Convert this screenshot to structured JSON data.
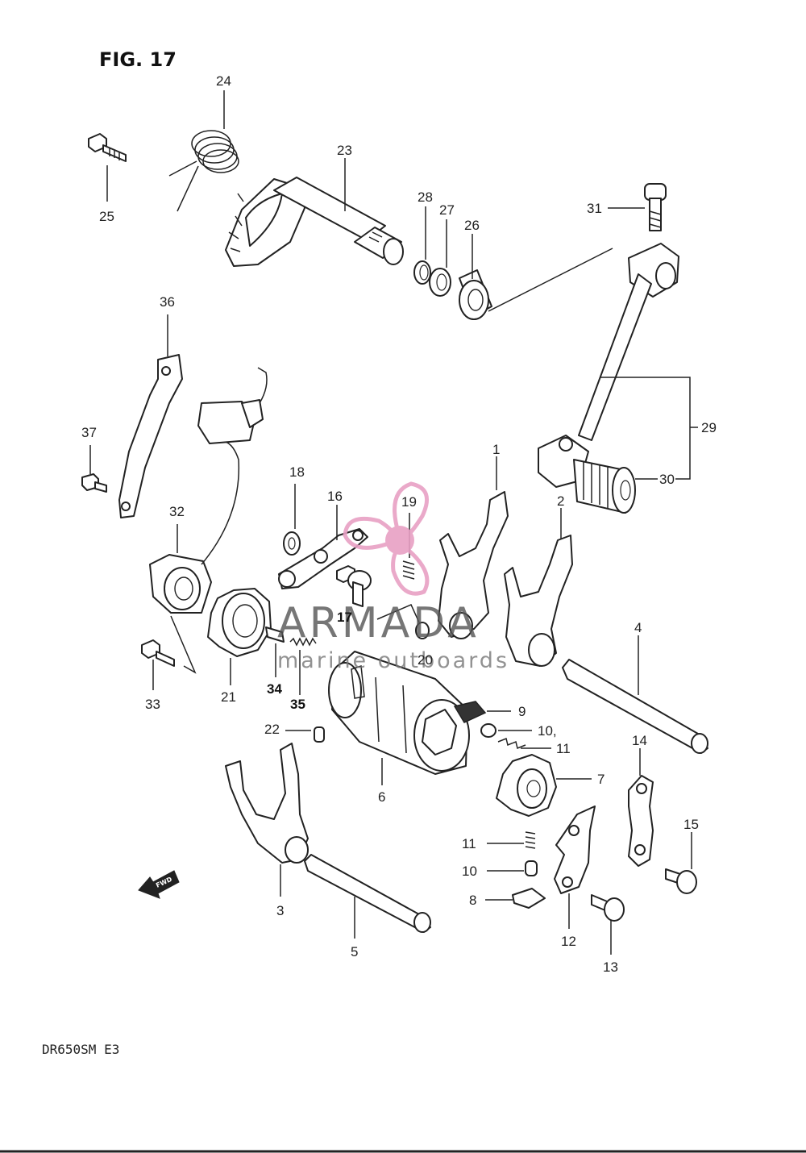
{
  "figure": {
    "title": "FIG. 17",
    "model": "DR650SM  E3"
  },
  "watermark": {
    "brand": "ARMADA",
    "tagline": "marine outboards",
    "logo_icon": "propeller-icon",
    "logo_color": "#e8a0c4"
  },
  "part_labels": [
    {
      "id": "p1",
      "text": "1"
    },
    {
      "id": "p2",
      "text": "2"
    },
    {
      "id": "p3",
      "text": "3"
    },
    {
      "id": "p4",
      "text": "4"
    },
    {
      "id": "p5",
      "text": "5"
    },
    {
      "id": "p6",
      "text": "6"
    },
    {
      "id": "p7",
      "text": "7"
    },
    {
      "id": "p8a",
      "text": "8"
    },
    {
      "id": "p9",
      "text": "9"
    },
    {
      "id": "p10a",
      "text": "10,"
    },
    {
      "id": "p11a",
      "text": "11"
    },
    {
      "id": "p11b",
      "text": "11"
    },
    {
      "id": "p10b",
      "text": "10"
    },
    {
      "id": "p12",
      "text": "12"
    },
    {
      "id": "p13",
      "text": "13"
    },
    {
      "id": "p14",
      "text": "14"
    },
    {
      "id": "p15",
      "text": "15"
    },
    {
      "id": "p16",
      "text": "16"
    },
    {
      "id": "p17",
      "text": "17"
    },
    {
      "id": "p18",
      "text": "18"
    },
    {
      "id": "p19",
      "text": "19"
    },
    {
      "id": "p20",
      "text": "20"
    },
    {
      "id": "p21",
      "text": "21"
    },
    {
      "id": "p22",
      "text": "22"
    },
    {
      "id": "p23",
      "text": "23"
    },
    {
      "id": "p24",
      "text": "24"
    },
    {
      "id": "p25",
      "text": "25"
    },
    {
      "id": "p26",
      "text": "26"
    },
    {
      "id": "p27",
      "text": "27"
    },
    {
      "id": "p28",
      "text": "28"
    },
    {
      "id": "p29",
      "text": "29"
    },
    {
      "id": "p30",
      "text": "30"
    },
    {
      "id": "p31",
      "text": "31"
    },
    {
      "id": "p32",
      "text": "32"
    },
    {
      "id": "p33",
      "text": "33"
    },
    {
      "id": "p34",
      "text": "34"
    },
    {
      "id": "p35",
      "text": "35"
    },
    {
      "id": "p36",
      "text": "36"
    },
    {
      "id": "p37",
      "text": "37"
    }
  ],
  "direction_marker": {
    "icon": "forward-arrow-icon",
    "text": "FWD"
  }
}
